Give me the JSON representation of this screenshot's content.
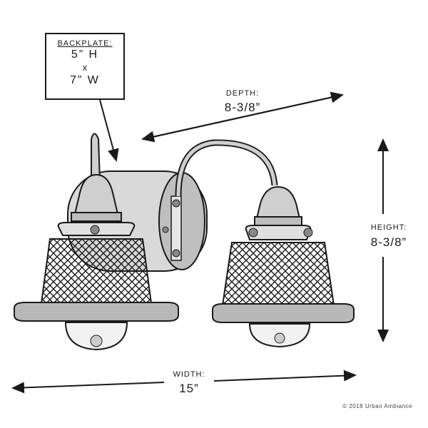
{
  "backplate": {
    "title": "BACKPLATE:",
    "height": "5” H",
    "separator": "x",
    "width": "7” W"
  },
  "depth": {
    "label": "DEPTH:",
    "value": "8-3/8”"
  },
  "height": {
    "label": "HEIGHT:",
    "value": "8-3/8”"
  },
  "width": {
    "label": "WIDTH:",
    "value": "15”"
  },
  "copyright": "© 2018 Urban Ambiance",
  "colors": {
    "ink": "#1a1a1a",
    "background": "#ffffff",
    "shade": "#555555"
  },
  "icons": [
    "arrow-icon",
    "lamp-shade-icon",
    "bulb-icon",
    "backplate-icon"
  ]
}
